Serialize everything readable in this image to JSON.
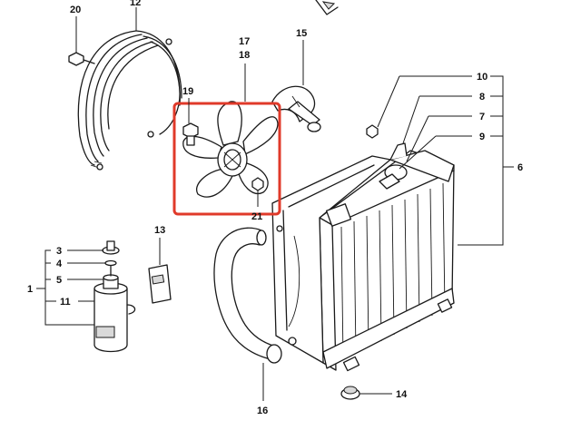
{
  "labels": {
    "l1": "1",
    "l3": "3",
    "l4": "4",
    "l5": "5",
    "l6": "6",
    "l7": "7",
    "l8": "8",
    "l9": "9",
    "l10": "10",
    "l11": "11",
    "l12": "12",
    "l13": "13",
    "l14": "14",
    "l15": "15",
    "l16": "16",
    "l17": "17",
    "l18": "18",
    "l19": "19",
    "l20": "20",
    "l21": "21"
  },
  "colors": {
    "highlight": "#e03a2a",
    "line": "#1a1a1a"
  }
}
